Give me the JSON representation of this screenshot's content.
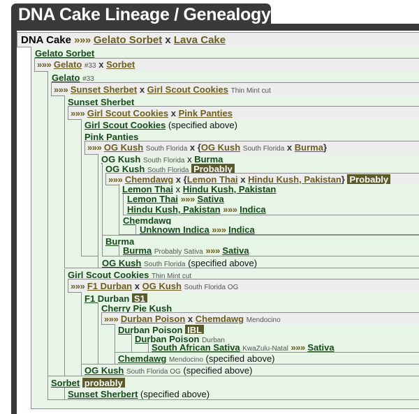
{
  "title": "DNA Cake Lineage / Genealogy",
  "root": {
    "name": "DNA Cake",
    "arrows": "»»»",
    "parent1": "Gelato Sorbet",
    "x": "x",
    "parent2": "Lava Cake"
  },
  "gelato_sorbet": {
    "name": "Gelato Sorbet",
    "p1": "Gelato",
    "p1_note": "#33",
    "p2": "Sorbet"
  },
  "gelato": {
    "name": "Gelato",
    "note": "#33",
    "p1": "Sunset Sherbet",
    "p2": "Girl Scout Cookies",
    "p2_note": "Thin Mint cut"
  },
  "sunset_sherbet": {
    "name": "Sunset Sherbet",
    "p1": "Girl Scout Cookies",
    "p2": "Pink Panties"
  },
  "gsc_specified": {
    "name": "Girl Scout Cookies",
    "suffix": "(specified above)"
  },
  "pink_panties": {
    "name": "Pink Panties",
    "p1": "OG Kush",
    "p1_note": "South Florida",
    "p2a": "OG Kush",
    "p2a_note": "South Florida",
    "p2b": "Burma"
  },
  "og_kush_sf": {
    "name": "OG Kush",
    "note": "South Florida",
    "x": "x",
    "p2": "Burma"
  },
  "og_kush_prob": {
    "name": "OG Kush",
    "note": "South Florida",
    "tag": "Probably",
    "p1": "Chemdawg",
    "p2a": "Lemon Thai",
    "p2b": "Hindu Kush, Pakistan",
    "tag2": "Probably"
  },
  "lemon_thai_row": {
    "name": "Lemon Thai",
    "x": "x",
    "p2": "Hindu Kush, Pakistan"
  },
  "lemon_thai": {
    "name": "Lemon Thai",
    "arrows": "»»»",
    "p": "Sativa"
  },
  "hindu_kush": {
    "name": "Hindu Kush, Pakistan",
    "arrows": "»»»",
    "p": "Indica"
  },
  "chemdawg": {
    "name": "Chemdawg"
  },
  "unknown_indica": {
    "name": "Unknown Indica",
    "arrows": "»»»",
    "p": "Indica"
  },
  "burma": {
    "name": "Burma"
  },
  "burma_sub": {
    "name": "Burma",
    "note": "Probably Sativa",
    "arrows": "»»»",
    "p": "Sativa"
  },
  "og_kush_spec1": {
    "name": "OG Kush",
    "note": "South Florida",
    "suffix": "(specified above)"
  },
  "gsc": {
    "name": "Girl Scout Cookies",
    "note": "Thin Mint cut",
    "p1": "F1 Durban",
    "p2": "OG Kush",
    "p2_note": "South Florida OG"
  },
  "f1_durban": {
    "name": "F1 Durban",
    "tag": "S1"
  },
  "cherry_pie": {
    "name": "Cherry Pie Kush",
    "p1": "Durban Poison",
    "p2": "Chemdawg",
    "p2_note": "Mendocino"
  },
  "durban_poison": {
    "name": "Durban Poison",
    "tag": "IBL"
  },
  "durban_poison_sub": {
    "name": "Durban Poison",
    "note": "Durban"
  },
  "south_african": {
    "name": "South African Sativa",
    "note": "KwaZulu-Natal",
    "arrows": "»»»",
    "p": "Sativa"
  },
  "chemdawg_mendo": {
    "name": "Chemdawg",
    "note": "Mendocino",
    "suffix": "(specified above)"
  },
  "og_kush_spec2": {
    "name": "OG Kush",
    "note": "South Florida OG",
    "suffix": "(specified above)"
  },
  "sorbet": {
    "name": "Sorbet",
    "tag": "probably"
  },
  "sunset_sherbert": {
    "name": "Sunset Sherbert",
    "suffix": "(specified above)"
  },
  "arrows": "»»»",
  "x": "x",
  "lbrace": "{",
  "rbrace": "}"
}
